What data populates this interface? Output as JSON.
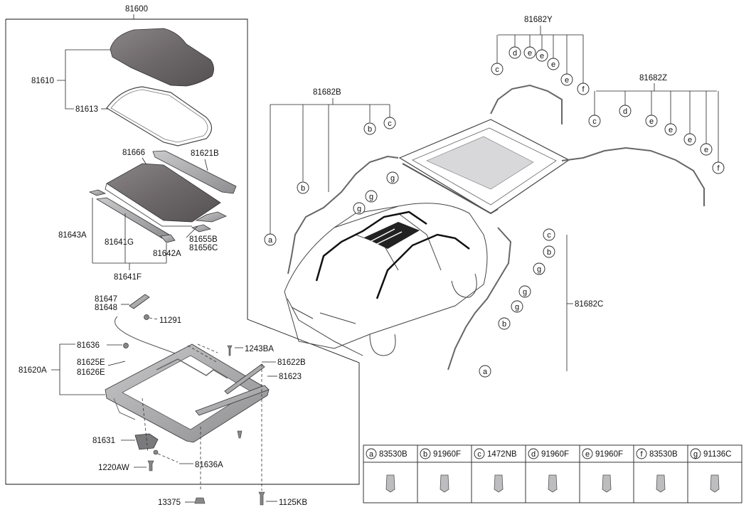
{
  "assembly": {
    "main_label": "81600",
    "glass_group": "81610",
    "glass_seal": "81613",
    "sunshade": "81666",
    "rail_cover": "81621B",
    "deflector_1": "81643A",
    "deflector_2": "81641G",
    "deflector_group": "81641F",
    "deflector_3": "81642A",
    "bracket_1": "81655B",
    "bracket_2": "81656C",
    "cable_1": "81647",
    "cable_2": "81648",
    "screw_cable": "11291",
    "frame_group": "81620A",
    "frame_screw": "81636",
    "frame_part_1": "81625E",
    "frame_part_2": "81626E",
    "bolt_a": "1243BA",
    "guide_1": "81622B",
    "guide_2": "81623",
    "motor": "81631",
    "bolt_b": "1220AW",
    "screw_a": "81636A",
    "nut": "13375",
    "bolt_c": "1125KB"
  },
  "hoses": {
    "y_label": "81682Y",
    "z_label": "81682Z",
    "b_label": "81682B",
    "c_label": "81682C",
    "y_letters": [
      "c",
      "d",
      "e",
      "e",
      "e",
      "e",
      "f"
    ],
    "z_letters": [
      "c",
      "d",
      "e",
      "e",
      "e",
      "e",
      "f"
    ],
    "b_letters": [
      "a",
      "b",
      "b",
      "c",
      "g",
      "g",
      "g"
    ],
    "c_letters": [
      "c",
      "b",
      "g",
      "g",
      "g",
      "b",
      "a"
    ]
  },
  "legend": [
    {
      "letter": "a",
      "part": "83530B"
    },
    {
      "letter": "b",
      "part": "91960F"
    },
    {
      "letter": "c",
      "part": "1472NB"
    },
    {
      "letter": "d",
      "part": "91960F"
    },
    {
      "letter": "e",
      "part": "91960F"
    },
    {
      "letter": "f",
      "part": "83530B"
    },
    {
      "letter": "g",
      "part": "91136C"
    }
  ],
  "colors": {
    "glass": "#6e6a6c",
    "frame": "#9a9a9c",
    "line": "#222222"
  }
}
